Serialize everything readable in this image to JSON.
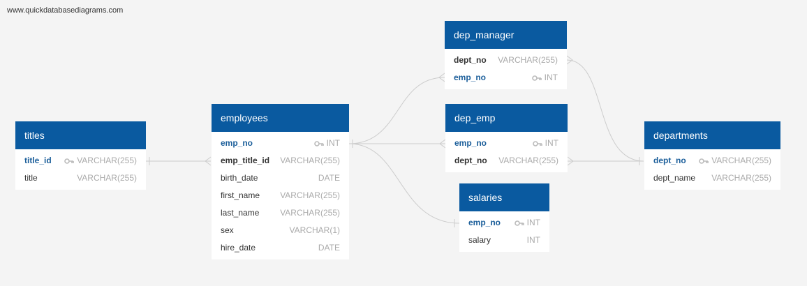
{
  "watermark": "www.quickdatabasediagrams.com",
  "colors": {
    "header_bg": "#0a5aa0",
    "pk_text": "#1b5e9a",
    "type_text": "#aaaaaa",
    "line": "#cccccc"
  },
  "tables": {
    "titles": {
      "name": "titles",
      "columns": [
        {
          "name": "title_id",
          "type": "VARCHAR(255)",
          "key": true
        },
        {
          "name": "title",
          "type": "VARCHAR(255)",
          "key": false
        }
      ]
    },
    "employees": {
      "name": "employees",
      "columns": [
        {
          "name": "emp_no",
          "type": "INT",
          "key": true
        },
        {
          "name": "emp_title_id",
          "type": "VARCHAR(255)",
          "key": false
        },
        {
          "name": "birth_date",
          "type": "DATE",
          "key": false
        },
        {
          "name": "first_name",
          "type": "VARCHAR(255)",
          "key": false
        },
        {
          "name": "last_name",
          "type": "VARCHAR(255)",
          "key": false
        },
        {
          "name": "sex",
          "type": "VARCHAR(1)",
          "key": false
        },
        {
          "name": "hire_date",
          "type": "DATE",
          "key": false
        }
      ]
    },
    "dep_manager": {
      "name": "dep_manager",
      "columns": [
        {
          "name": "dept_no",
          "type": "VARCHAR(255)",
          "key": false
        },
        {
          "name": "emp_no",
          "type": "INT",
          "key": true
        }
      ]
    },
    "dep_emp": {
      "name": "dep_emp",
      "columns": [
        {
          "name": "emp_no",
          "type": "INT",
          "key": true
        },
        {
          "name": "dept_no",
          "type": "VARCHAR(255)",
          "key": false
        }
      ]
    },
    "salaries": {
      "name": "salaries",
      "columns": [
        {
          "name": "emp_no",
          "type": "INT",
          "key": true
        },
        {
          "name": "salary",
          "type": "INT",
          "key": false
        }
      ]
    },
    "departments": {
      "name": "departments",
      "columns": [
        {
          "name": "dept_no",
          "type": "VARCHAR(255)",
          "key": true
        },
        {
          "name": "dept_name",
          "type": "VARCHAR(255)",
          "key": false
        }
      ]
    }
  }
}
